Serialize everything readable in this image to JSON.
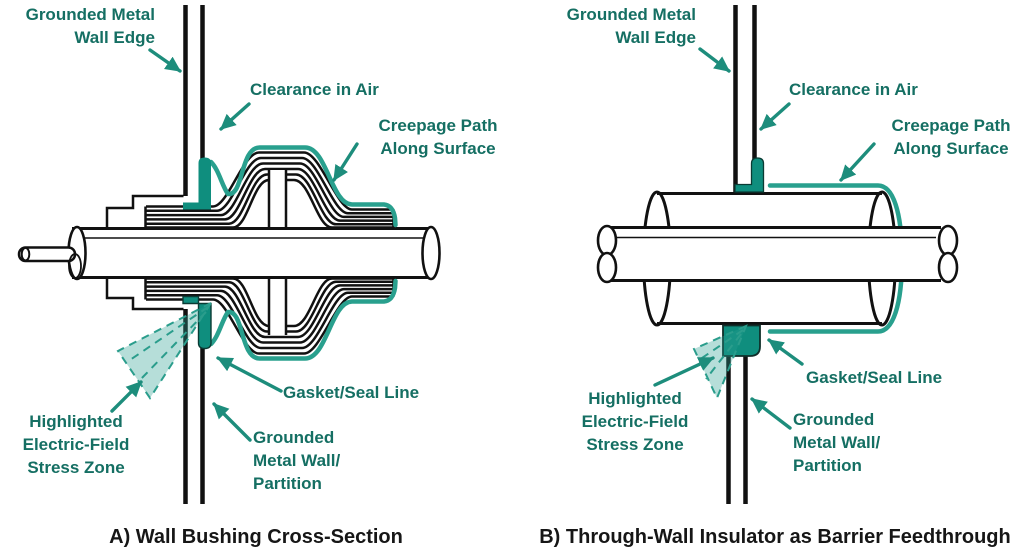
{
  "figure": {
    "caption_a": "A) Wall Bushing Cross-Section",
    "caption_b": "B) Through-Wall Insulator as Barrier Feedthrough"
  },
  "labels": {
    "a": {
      "wall_edge": {
        "line1": "Grounded Metal",
        "line2": "Wall Edge"
      },
      "clearance": {
        "line1": "Clearance in Air"
      },
      "creepage": {
        "line1": "Creepage Path",
        "line2": "Along Surface"
      },
      "gasket": {
        "line1": "Gasket/Seal Line"
      },
      "partition": {
        "line1": "Grounded",
        "line2": "Metal Wall/",
        "line3": "Partition"
      },
      "stress_zone": {
        "line1": "Highlighted",
        "line2": "Electric-Field",
        "line3": "Stress Zone"
      }
    },
    "b": {
      "wall_edge": {
        "line1": "Grounded Metal",
        "line2": "Wall Edge"
      },
      "clearance": {
        "line1": "Clearance in Air"
      },
      "creepage": {
        "line1": "Creepage Path",
        "line2": "Along Surface"
      },
      "gasket": {
        "line1": "Gasket/Seal Line"
      },
      "partition": {
        "line1": "Grounded",
        "line2": "Metal Wall/",
        "line3": "Partition"
      },
      "stress_zone": {
        "line1": "Highlighted",
        "line2": "Electric-Field",
        "line3": "Stress Zone"
      }
    }
  },
  "colors": {
    "label_teal": "#156f63",
    "arrow_teal": "#1d8d7c",
    "creepage_teal": "#29a08e",
    "gasket_teal": "#0f8e7e",
    "stress_fill": "rgba(42,157,143,0.34)",
    "stress_dash": "#2a9d8c",
    "line_black": "#111111",
    "background": "#ffffff"
  }
}
